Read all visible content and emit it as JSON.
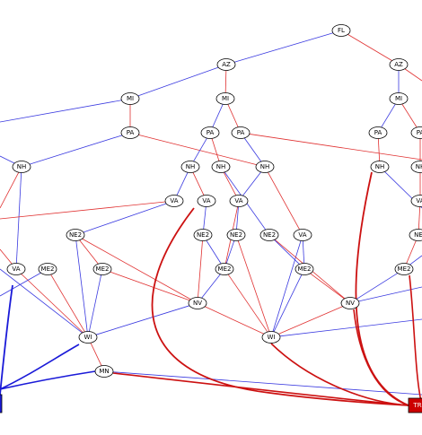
{
  "colors": {
    "red": "#e03030",
    "blue": "#3a3ae0",
    "thick_red": "#cc1111",
    "thick_blue": "#1a1ad8",
    "term_red": "#cc0000",
    "term_blue": "#1a1ad8"
  },
  "nodes": [
    {
      "id": "fl",
      "label": "FL"
    },
    {
      "id": "az1",
      "label": "AZ"
    },
    {
      "id": "az2",
      "label": "AZ"
    },
    {
      "id": "mi1",
      "label": "MI"
    },
    {
      "id": "mi2",
      "label": "MI"
    },
    {
      "id": "mi3",
      "label": "MI"
    },
    {
      "id": "pa1",
      "label": "PA"
    },
    {
      "id": "pa2",
      "label": "PA"
    },
    {
      "id": "pa3",
      "label": "PA"
    },
    {
      "id": "pa4",
      "label": "PA"
    },
    {
      "id": "pa5",
      "label": "PA"
    },
    {
      "id": "nh1",
      "label": "NH"
    },
    {
      "id": "nh2",
      "label": "NH"
    },
    {
      "id": "nh3",
      "label": "NH"
    },
    {
      "id": "nh4",
      "label": "NH"
    },
    {
      "id": "nh5",
      "label": "NH"
    },
    {
      "id": "nh6",
      "label": "NH"
    },
    {
      "id": "va1",
      "label": "VA"
    },
    {
      "id": "va2",
      "label": "VA"
    },
    {
      "id": "va3",
      "label": "VA"
    },
    {
      "id": "va4",
      "label": "VA"
    },
    {
      "id": "va5",
      "label": "VA"
    },
    {
      "id": "va6",
      "label": "VA"
    },
    {
      "id": "ne1",
      "label": "NE2"
    },
    {
      "id": "ne2",
      "label": "NE2"
    },
    {
      "id": "ne3",
      "label": "NE2"
    },
    {
      "id": "ne4",
      "label": "NE2"
    },
    {
      "id": "ne5",
      "label": "NE"
    },
    {
      "id": "me1",
      "label": "ME2"
    },
    {
      "id": "me2",
      "label": "ME2"
    },
    {
      "id": "me3",
      "label": "ME2"
    },
    {
      "id": "me4",
      "label": "ME2"
    },
    {
      "id": "me5",
      "label": "ME2"
    },
    {
      "id": "nv1",
      "label": "NV"
    },
    {
      "id": "nv2",
      "label": "NV"
    },
    {
      "id": "wi1",
      "label": "WI"
    },
    {
      "id": "wi2",
      "label": "WI"
    },
    {
      "id": "mn",
      "label": "MN"
    }
  ],
  "terminal_red": {
    "label": "TR"
  },
  "terminal_blue": {
    "label": ""
  }
}
